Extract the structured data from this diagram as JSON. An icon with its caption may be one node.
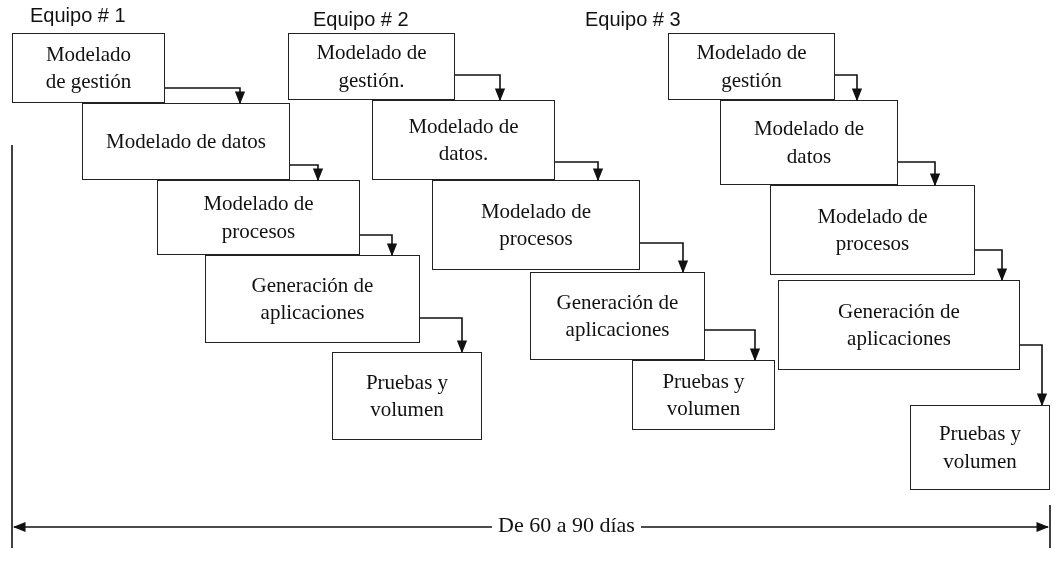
{
  "diagram": {
    "nodes": [
      {
        "text": [
          "Modelado de gestión"
        ]
      },
      {
        "text": [
          "Modelado de datos"
        ]
      },
      {
        "text": [
          "Modelado de procesos"
        ]
      },
      {
        "text": [
          "Generación de aplicaciones"
        ]
      },
      {
        "text": [
          "Pruebas y volumen"
        ]
      },
      {
        "text": [
          "Modelado de gestión."
        ]
      },
      {
        "text": [
          "Modelado de datos."
        ]
      },
      {
        "text": [
          "Modelado de procesos"
        ]
      },
      {
        "text": [
          "Generación de aplicaciones"
        ]
      },
      {
        "text": [
          "Pruebas y volumen"
        ]
      },
      {
        "text": [
          "Modelado de gestión"
        ]
      },
      {
        "text": [
          "Modelado de datos"
        ]
      },
      {
        "text": [
          "Modelado de procesos"
        ]
      },
      {
        "text": [
          "Generación de aplicaciones"
        ]
      },
      {
        "text": [
          "Pruebas y volumen"
        ]
      }
    ],
    "edges": [
      {
        "from": 0,
        "to": 1,
        "arrow": "to"
      },
      {
        "from": 1,
        "to": 2,
        "arrow": "to"
      },
      {
        "from": 2,
        "to": 3,
        "arrow": "to"
      },
      {
        "from": 3,
        "to": 4,
        "arrow": "to"
      },
      {
        "from": 5,
        "to": 6,
        "arrow": "to"
      },
      {
        "from": 6,
        "to": 7,
        "arrow": "to"
      },
      {
        "from": 7,
        "to": 8,
        "arrow": "to"
      },
      {
        "from": 8,
        "to": 9,
        "arrow": "to"
      },
      {
        "from": 10,
        "to": 11,
        "arrow": "to"
      },
      {
        "from": 11,
        "to": 12,
        "arrow": "to"
      },
      {
        "from": 12,
        "to": 13,
        "arrow": "to"
      },
      {
        "from": 13,
        "to": 14,
        "arrow": "to"
      }
    ],
    "labels": [
      "Equipo # 1",
      "Equipo # 2",
      "Equipo # 3",
      "De 60 a 90 días"
    ]
  }
}
